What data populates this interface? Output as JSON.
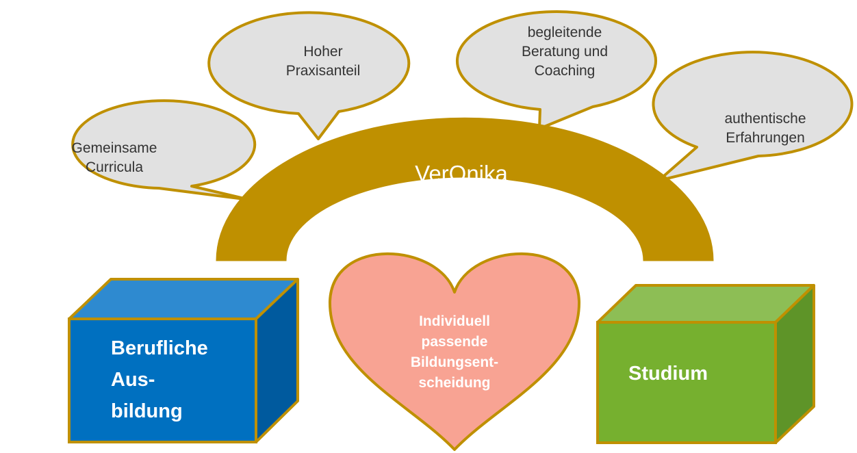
{
  "arch": {
    "label": "VerOnika",
    "color": "#BF9000"
  },
  "bubbles": {
    "curricula": "Gemeinsame\nCurricula",
    "praxis": "Hoher\nPraxisanteil",
    "beratung": "begleitende\nBeratung und\nCoaching",
    "erfahrungen": "authentische\nErfahrungen"
  },
  "boxes": {
    "ausbildung": "Berufliche\nAus-\nbildung",
    "studium": "Studium"
  },
  "heart": {
    "label": "Individuell\npassende\nBildungsent-\nscheidung"
  },
  "colors": {
    "bubble_fill": "#E1E1E1",
    "outline": "#BF9000",
    "blue_front": "#0070C0",
    "blue_top": "#2E8AD0",
    "blue_side": "#005A9E",
    "green_front": "#76B02F",
    "green_top": "#8DBE55",
    "green_side": "#5E9428",
    "heart_fill": "#F8A393"
  }
}
